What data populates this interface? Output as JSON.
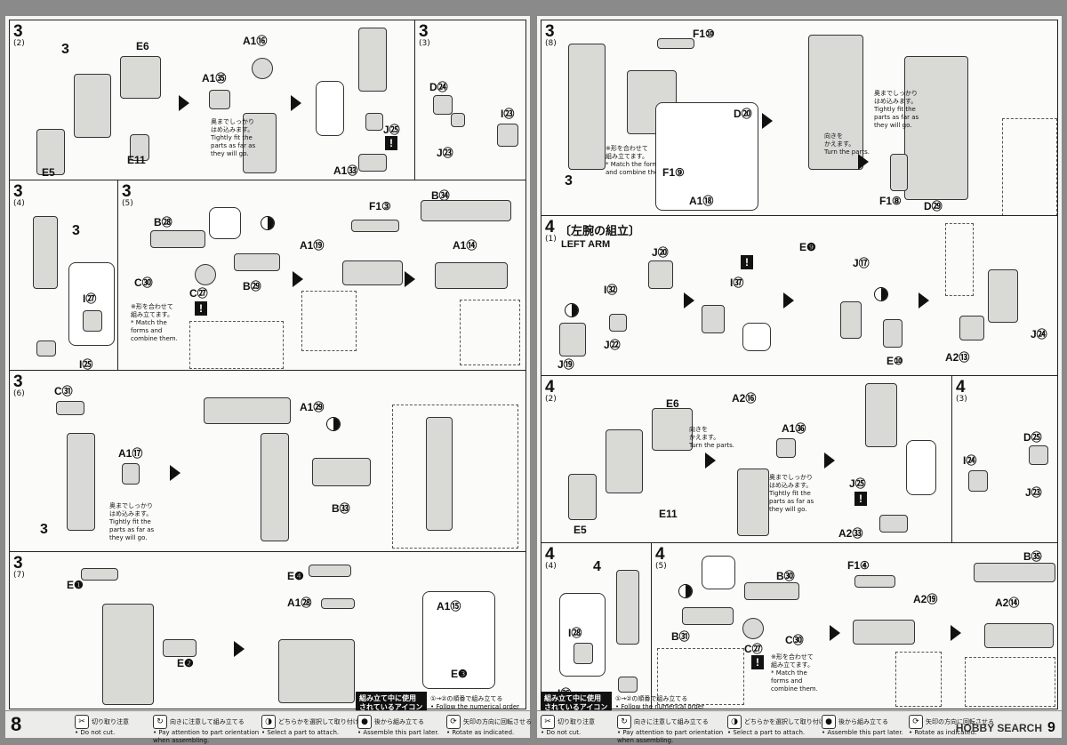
{
  "page_left": {
    "page_number": "8",
    "steps": {
      "s3_2": {
        "num": "3",
        "sub": "(2)",
        "parts": {
          "e6": "E6",
          "e5": "E5",
          "e11": "E11",
          "a16": "A1⑯",
          "a35": "A1㉟",
          "a33": "A1㉝",
          "j25": "J㉕",
          "sub3": "3"
        },
        "note": "奥までしっかり\nはめ込みます。\nTightly fit the\nparts as far as\nthey will go."
      },
      "s3_3": {
        "num": "3",
        "sub": "(3)",
        "parts": {
          "d24": "D㉔",
          "i23": "I㉓",
          "j23": "J㉓"
        }
      },
      "s3_4": {
        "num": "3",
        "sub": "(4)",
        "parts": {
          "i27": "I㉗",
          "i25": "I㉕",
          "sub3": "3"
        }
      },
      "s3_5": {
        "num": "3",
        "sub": "(5)",
        "parts": {
          "b28": "B㉘",
          "c30": "C㉚",
          "c27": "C㉗",
          "b29": "B㉙",
          "a19": "A1⑲",
          "f13": "F1③",
          "b34": "B㉞",
          "a14": "A1⑭"
        },
        "note": "※形を合わせて\n組み立てます。\n* Match the\nforms and\ncombine them."
      },
      "s3_6": {
        "num": "3",
        "sub": "(6)",
        "parts": {
          "c31": "C㉛",
          "a17": "A1⑰",
          "a29": "A1㉙",
          "b33": "B㉝",
          "sub3": "3"
        },
        "note": "奥までしっかり\nはめ込みます。\nTightly fit the\nparts as far as\nthey will go."
      },
      "s3_7": {
        "num": "3",
        "sub": "(7)",
        "parts": {
          "e1": "E❶",
          "e2": "E❷",
          "e4": "E❹",
          "a28": "A1㉘",
          "a15": "A1⑮",
          "e3": "E❸"
        }
      }
    },
    "legend": {
      "title": "組み立て中に使用\nされているアイコン\nSymbols used in instructions",
      "order": "①→②の順番で組み立てる\n• Follow the numerical order"
    },
    "footer": [
      {
        "icon": "✂",
        "text": "切り取り注意\n• Do not cut."
      },
      {
        "icon": "↻",
        "text": "向きに注意して組み立てる\n• Pay attention to part orientation\nwhen assembling."
      },
      {
        "icon": "◑",
        "text": "どちらかを選択して取り付ける\n• Select a part to attach."
      },
      {
        "icon": "●",
        "text": "後から組み立てる\n• Assemble this part later."
      },
      {
        "icon": "⟳",
        "text": "矢印の方向に回転させる\n• Rotate as indicated."
      }
    ]
  },
  "page_right": {
    "page_number": "9",
    "steps": {
      "s3_8": {
        "num": "3",
        "sub": "(8)",
        "parts": {
          "f10": "F1⑩",
          "d20": "D⑳",
          "f9": "F1⑨",
          "a18": "A1⑱",
          "f8": "F1⑧",
          "d29": "D㉙",
          "sub3": "3"
        },
        "note": "※形を合わせて\n組み立てます。\n* Match the forms\nand combine them.",
        "note2": "奥までしっかり\nはめ込みます。\nTightly fit the\nparts as far as\nthey will go.",
        "turn": "向きを\nかえます。\nTurn the parts."
      },
      "s4_1": {
        "num": "4",
        "sub": "(1)",
        "title": "〔左腕の組立〕",
        "title_en": "LEFT ARM",
        "parts": {
          "j20": "J⑳",
          "i32": "I㉜",
          "j19": "J⑲",
          "j22": "J㉒",
          "i37": "I㊲",
          "e9": "E❾",
          "j17": "J⑰",
          "e10": "E⑩",
          "j24": "J㉔",
          "a13": "A2⑬"
        }
      },
      "s4_2": {
        "num": "4",
        "sub": "(2)",
        "parts": {
          "e6": "E6",
          "e5": "E5",
          "e11": "E11",
          "a16": "A2⑯",
          "a36": "A1㊱",
          "j25": "J㉕",
          "a33": "A2㉝"
        },
        "note": "奥までしっかり\nはめ込みます。\nTightly fit the\nparts as far as\nthey will go.",
        "turn": "向きを\nかえます。\nTurn the parts."
      },
      "s4_3": {
        "num": "4",
        "sub": "(3)",
        "parts": {
          "d25": "D㉕",
          "i24": "I㉔",
          "j23": "J㉓"
        }
      },
      "s4_4": {
        "num": "4",
        "sub": "(4)",
        "parts": {
          "i28": "I㉘",
          "i26": "I㉖",
          "sub4": "4"
        }
      },
      "s4_5": {
        "num": "4",
        "sub": "(5)",
        "parts": {
          "b30": "B㉚",
          "b31": "B㉛",
          "c30": "C㉚",
          "c27": "C㉗",
          "f14": "F1④",
          "a19": "A2⑲",
          "b35": "B㉟",
          "a14": "A2⑭"
        },
        "note": "※形を合わせて\n組み立てます。\n* Match the\nforms and\ncombine them."
      }
    },
    "legend": {
      "title": "組み立て中に使用\nされているアイコン\nSymbols used in instructions",
      "order": "①→②の順番で組み立てる\n• Follow the numerical order"
    },
    "footer": [
      {
        "icon": "✂",
        "text": "切り取り注意\n• Do not cut."
      },
      {
        "icon": "↻",
        "text": "向きに注意して組み立てる\n• Pay attention to part orientation\nwhen assembling."
      },
      {
        "icon": "◑",
        "text": "どちらかを選択して取り付ける\n• Select a part to attach."
      },
      {
        "icon": "●",
        "text": "後から組み立てる\n• Assemble this part later."
      },
      {
        "icon": "⟳",
        "text": "矢印の方向に回転させる\n• Rotate as indicated."
      }
    ],
    "watermark": "HOBBY SEARCH"
  }
}
